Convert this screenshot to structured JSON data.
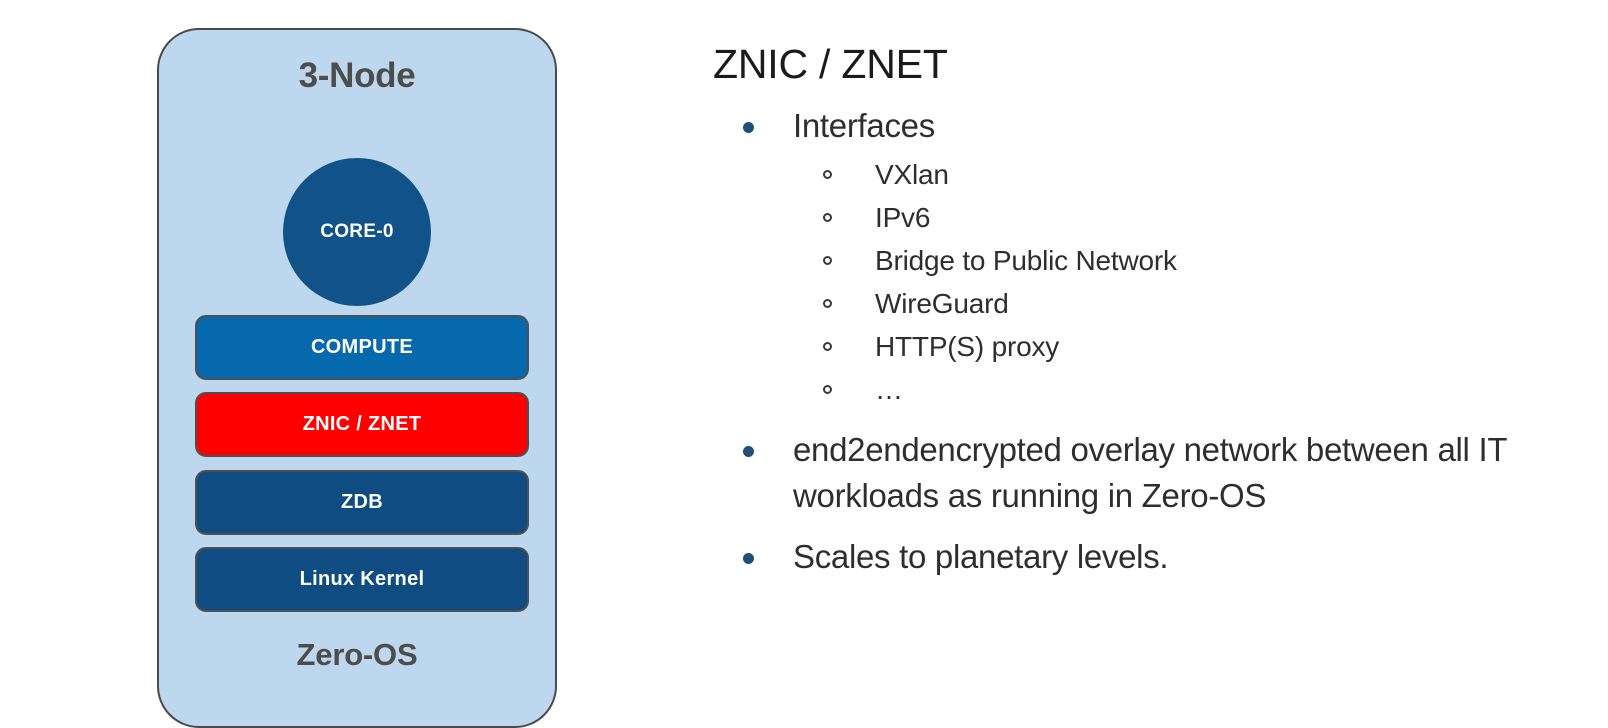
{
  "diagram": {
    "title": "3-Node",
    "footer": "Zero-OS",
    "core": {
      "label": "CORE-0"
    },
    "layers": [
      {
        "label": "COMPUTE",
        "color": "#0668ad"
      },
      {
        "label": "ZNIC / ZNET",
        "color": "#fe0000"
      },
      {
        "label": "ZDB",
        "color": "#0e4c82"
      },
      {
        "label": "Linux Kernel",
        "color": "#0e4c82"
      }
    ],
    "colors": {
      "container_fill": "#bdd7ee",
      "container_border": "#4a4a4a",
      "core_fill": "#115288",
      "label_text": "#4d4d4d"
    }
  },
  "content": {
    "title": "ZNIC / ZNET",
    "bullets": [
      {
        "level": 1,
        "text": "Interfaces"
      },
      {
        "level": 2,
        "text": "VXlan"
      },
      {
        "level": 2,
        "text": "IPv6"
      },
      {
        "level": 2,
        "text": "Bridge to Public Network"
      },
      {
        "level": 2,
        "text": "WireGuard"
      },
      {
        "level": 2,
        "text": "HTTP(S) proxy"
      },
      {
        "level": 2,
        "text": "…"
      },
      {
        "level": 1,
        "text": "end2endencrypted overlay network between all IT workloads as running in Zero-OS"
      },
      {
        "level": 1,
        "text": "Scales to planetary levels."
      }
    ],
    "colors": {
      "title_text": "#1a1a1a",
      "body_text": "#2e2e2e",
      "bullet_marker": "#1f4e79",
      "sub_bullet_marker": "#3a3a3a"
    }
  }
}
